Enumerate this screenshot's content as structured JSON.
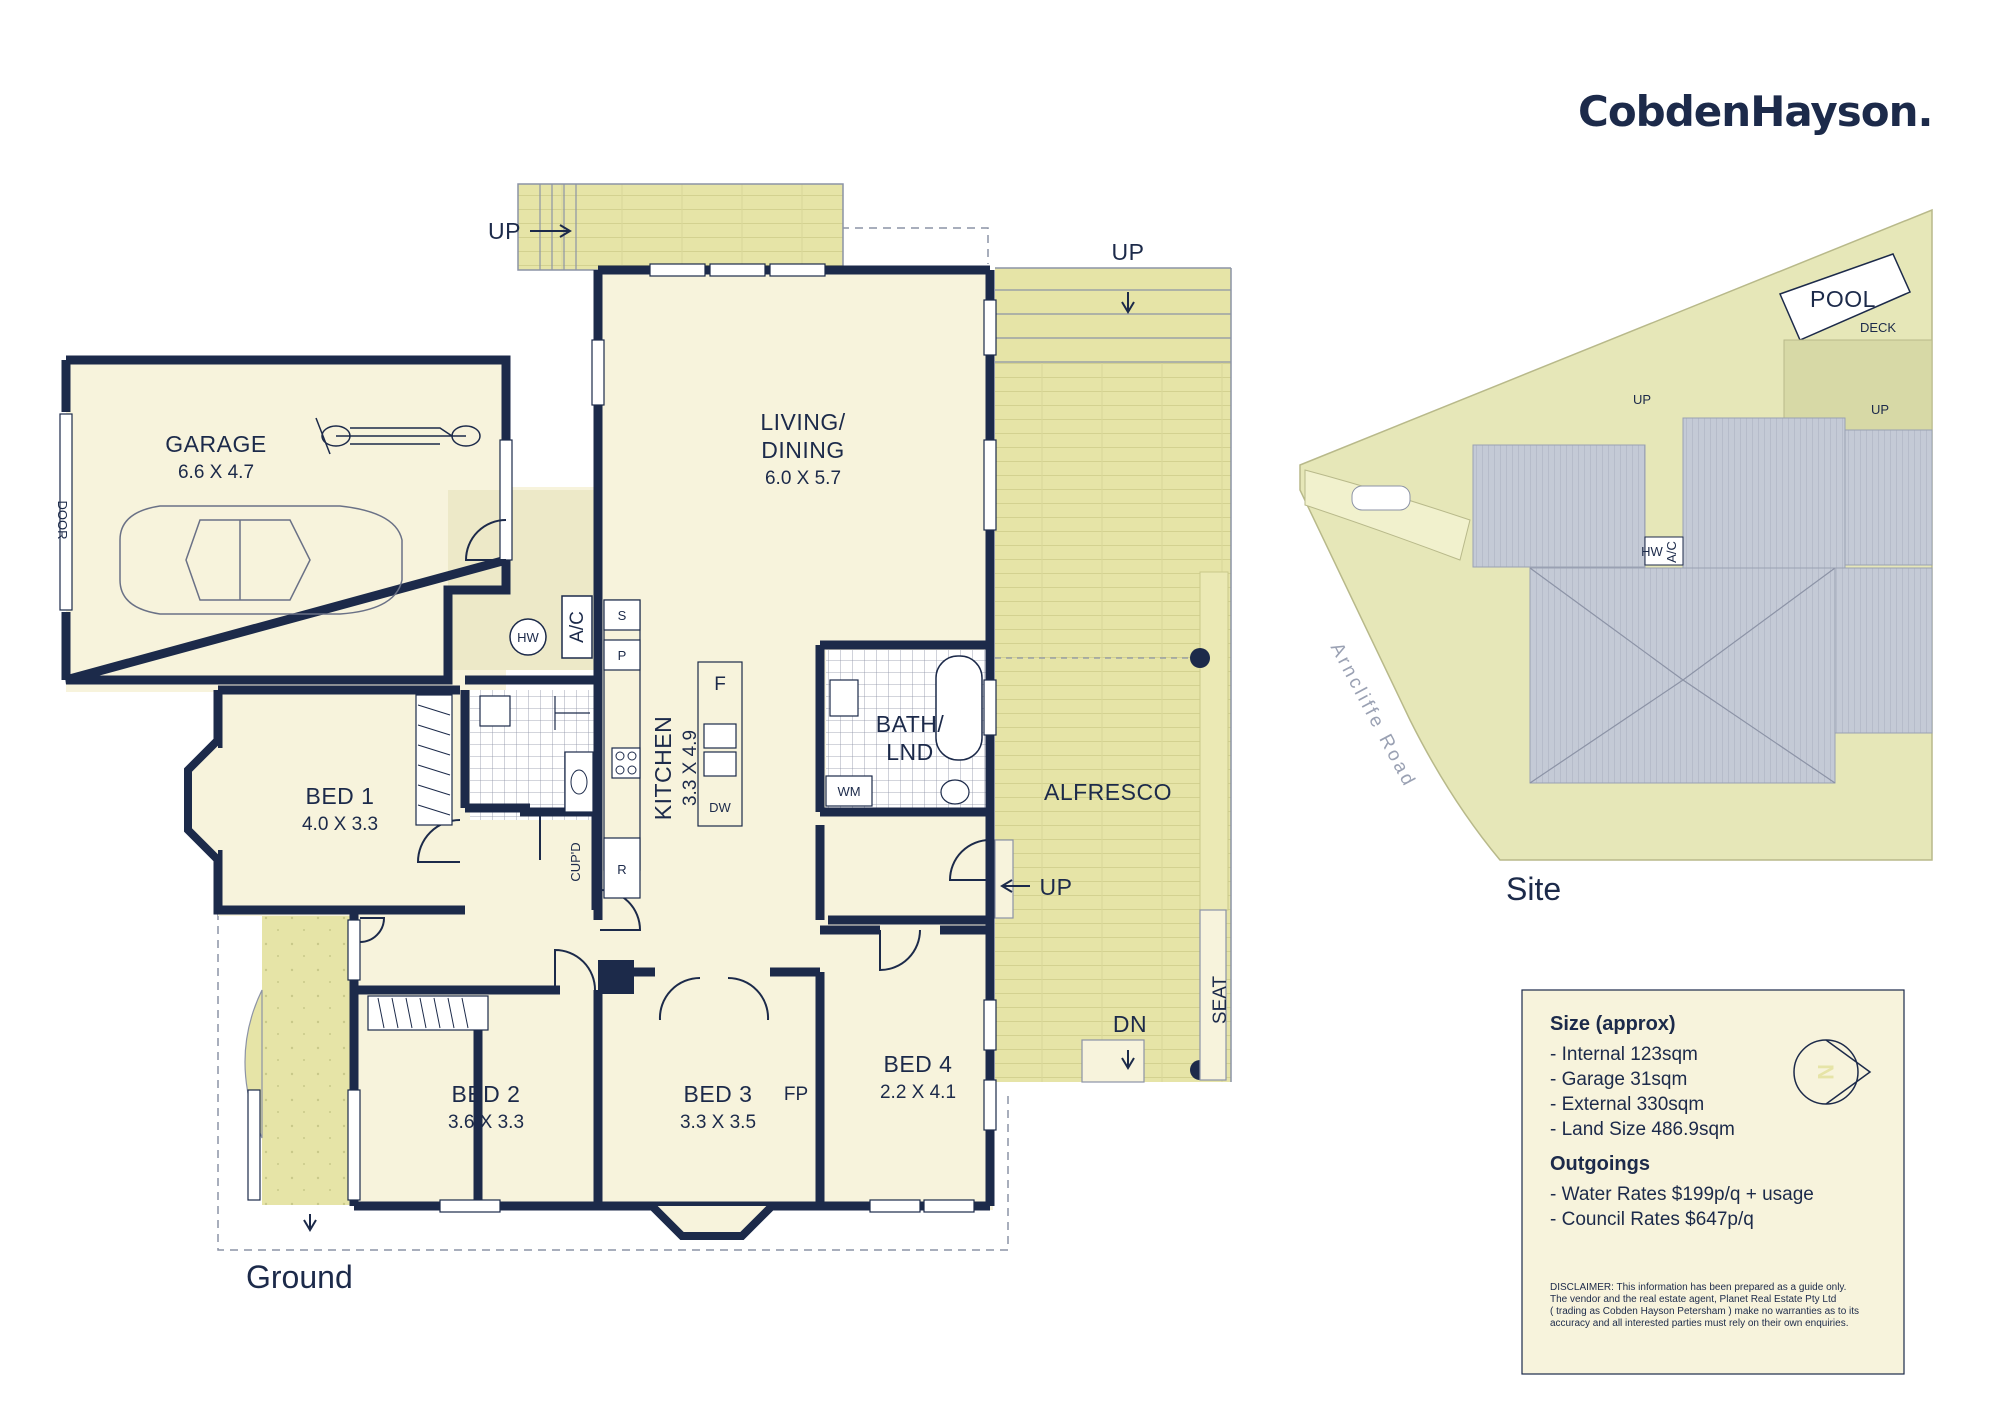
{
  "brand": "CobdenHayson.",
  "floor_caption": "Ground",
  "site_caption": "Site",
  "rooms": {
    "garage": {
      "name": "GARAGE",
      "dims": "6.6 X 4.7"
    },
    "living_l1": "LIVING/",
    "living_l2": "DINING",
    "living_dims": "6.0 X 5.7",
    "kitchen": {
      "name": "KITCHEN",
      "dims": "3.3 X 4.9"
    },
    "bath_l1": "BATH/",
    "bath_l2": "LND",
    "alfresco": "ALFRESCO",
    "bed1": {
      "name": "BED 1",
      "dims": "4.0 X 3.3"
    },
    "bed2": {
      "name": "BED 2",
      "dims": "3.6 X 3.3"
    },
    "bed3": {
      "name": "BED 3",
      "dims": "3.3 X 3.5"
    },
    "bed4": {
      "name": "BED 4",
      "dims": "2.2 X 4.1"
    }
  },
  "marks": {
    "up": "UP",
    "dn": "DN",
    "seat": "SEAT",
    "hw": "HW",
    "ac": "A/C",
    "s": "S",
    "p": "P",
    "f": "F",
    "r": "R",
    "dw": "DW",
    "wm": "WM",
    "fp": "FP",
    "cupd": "CUP'D",
    "door": "DOOR",
    "pool": "POOL",
    "deck": "DECK",
    "road": "Arncliffe Road"
  },
  "info": {
    "size_heading": "Size (approx)",
    "size_items": [
      "- Internal 123sqm",
      "- Garage  31sqm",
      "- External 330sqm",
      "- Land Size 486.9sqm"
    ],
    "outgoings_heading": "Outgoings",
    "outgoings_items": [
      "- Water Rates $199p/q + usage",
      "- Council Rates $647p/q"
    ],
    "disclaimer": [
      "DISCLAIMER: This information has been prepared as a guide only.",
      "The vendor and the real estate agent, Planet Real Estate Pty Ltd",
      "( trading as Cobden Hayson Petersham ) make no warranties as to its",
      "accuracy and all interested parties must rely on their own enquiries."
    ],
    "compass": "N"
  },
  "colors": {
    "wall": "#1c2a4a",
    "floor": "#f7f3dc",
    "deck": "#e6e4a7",
    "site": "#e6e7b8",
    "roof": "#c4cad6"
  }
}
